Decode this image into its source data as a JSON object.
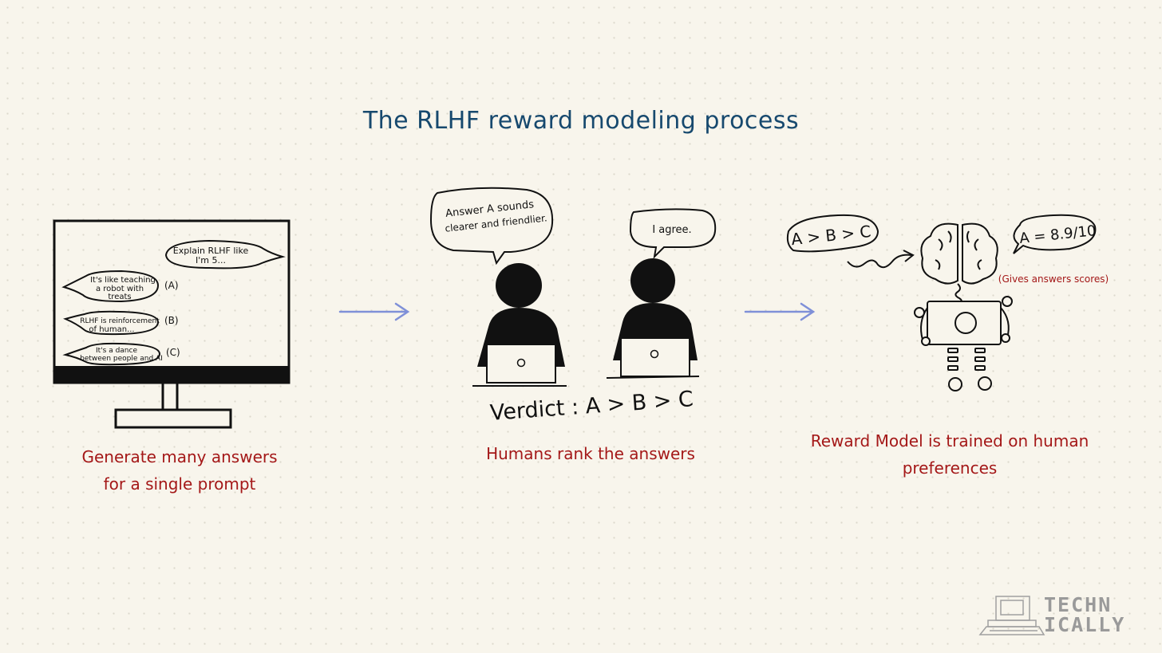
{
  "title": "The RLHF reward modeling process",
  "stage1": {
    "prompt": "Explain RLHF like I'm 5...",
    "prompt_line1": "Explain RLHF like",
    "prompt_line2": "I'm 5...",
    "answer_a_line1": "It's like teaching",
    "answer_a_line2": "a robot with",
    "answer_a_line3": "treats",
    "answer_b_line1": "RLHF is reinforcement",
    "answer_b_line2": "of human...",
    "answer_c_line1": "It's a dance",
    "answer_c_line2": "between people and AI",
    "label_a": "(A)",
    "label_b": "(B)",
    "label_c": "(C)",
    "caption_line1": "Generate many answers",
    "caption_line2": "for a single prompt"
  },
  "stage2": {
    "speech1_line1": "Answer A sounds",
    "speech1_line2": "clearer and friendlier.",
    "speech2": "I agree.",
    "verdict": "Verdict : A > B > C",
    "caption": "Humans rank the answers"
  },
  "stage3": {
    "ranking": "A > B > C",
    "score": "A = 8.9/10",
    "note": "(Gives answers scores)",
    "caption_line1": "Reward Model is trained on human",
    "caption_line2": "preferences"
  },
  "logo": {
    "line1": "TECHN",
    "line2": "ICALLY"
  },
  "colors": {
    "title": "#17496e",
    "caption": "#a41818",
    "arrow": "#7f90d8",
    "ink": "#111111",
    "background": "#f8f5ec"
  },
  "icons": [
    "monitor-icon",
    "person-icon",
    "laptop-icon",
    "brain-icon",
    "robot-icon",
    "arrow-right-icon",
    "computer-logo-icon"
  ]
}
